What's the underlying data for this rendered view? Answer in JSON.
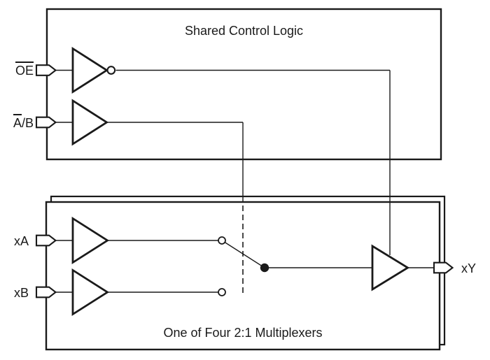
{
  "colors": {
    "line": "#1a1a1a",
    "background": "#ffffff"
  },
  "control_block": {
    "title": "Shared Control Logic",
    "inputs": {
      "oe": {
        "overlined": "OE",
        "plain": ""
      },
      "ab": {
        "overlined": "A",
        "plain": "/B"
      }
    }
  },
  "mux_block": {
    "title": "One of Four 2:1 Multiplexers",
    "inputs": {
      "xa": "xA",
      "xb": "xB"
    },
    "output": {
      "xy": "xY"
    }
  }
}
